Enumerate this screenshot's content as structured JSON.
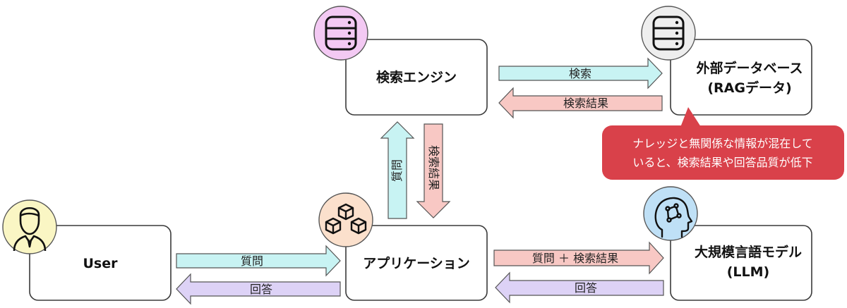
{
  "nodes": {
    "search_engine": {
      "label": "検索エンジン"
    },
    "external_db": {
      "label_line1": "外部データベース",
      "label_line2": "(RAGデータ)"
    },
    "user": {
      "label": "User"
    },
    "application": {
      "label": "アプリケーション"
    },
    "llm": {
      "label_line1": "大規模言語モデル",
      "label_line2": "(LLM)"
    }
  },
  "arrows": {
    "engine_to_db": "検索",
    "db_to_engine": "検索結果",
    "app_to_engine": "質問",
    "engine_to_app": "検索結果",
    "user_to_app": "質問",
    "app_to_user": "回答",
    "app_to_llm": "質問 ＋ 検索結果",
    "llm_to_app": "回答"
  },
  "callout": {
    "line1": "ナレッジと無関係な情報が混在して",
    "line2": "いると、検索結果や回答品質が低下"
  },
  "colors": {
    "request_arrow": "#c8f3f3",
    "result_arrow": "#f8c8c4",
    "answer_arrow": "#ddd2f6",
    "callout": "#d9414a",
    "engine_icon_bg": "#f3c9f3",
    "db_icon_bg": "#eeeeee",
    "user_icon_bg": "#faf6c4",
    "app_icon_bg": "#fbe0cc",
    "llm_icon_bg": "#bfe0f6"
  },
  "icons": {
    "engine": "database-icon",
    "db": "database-icon",
    "user": "user-icon",
    "app": "cubes-icon",
    "llm": "brain-head-icon"
  }
}
